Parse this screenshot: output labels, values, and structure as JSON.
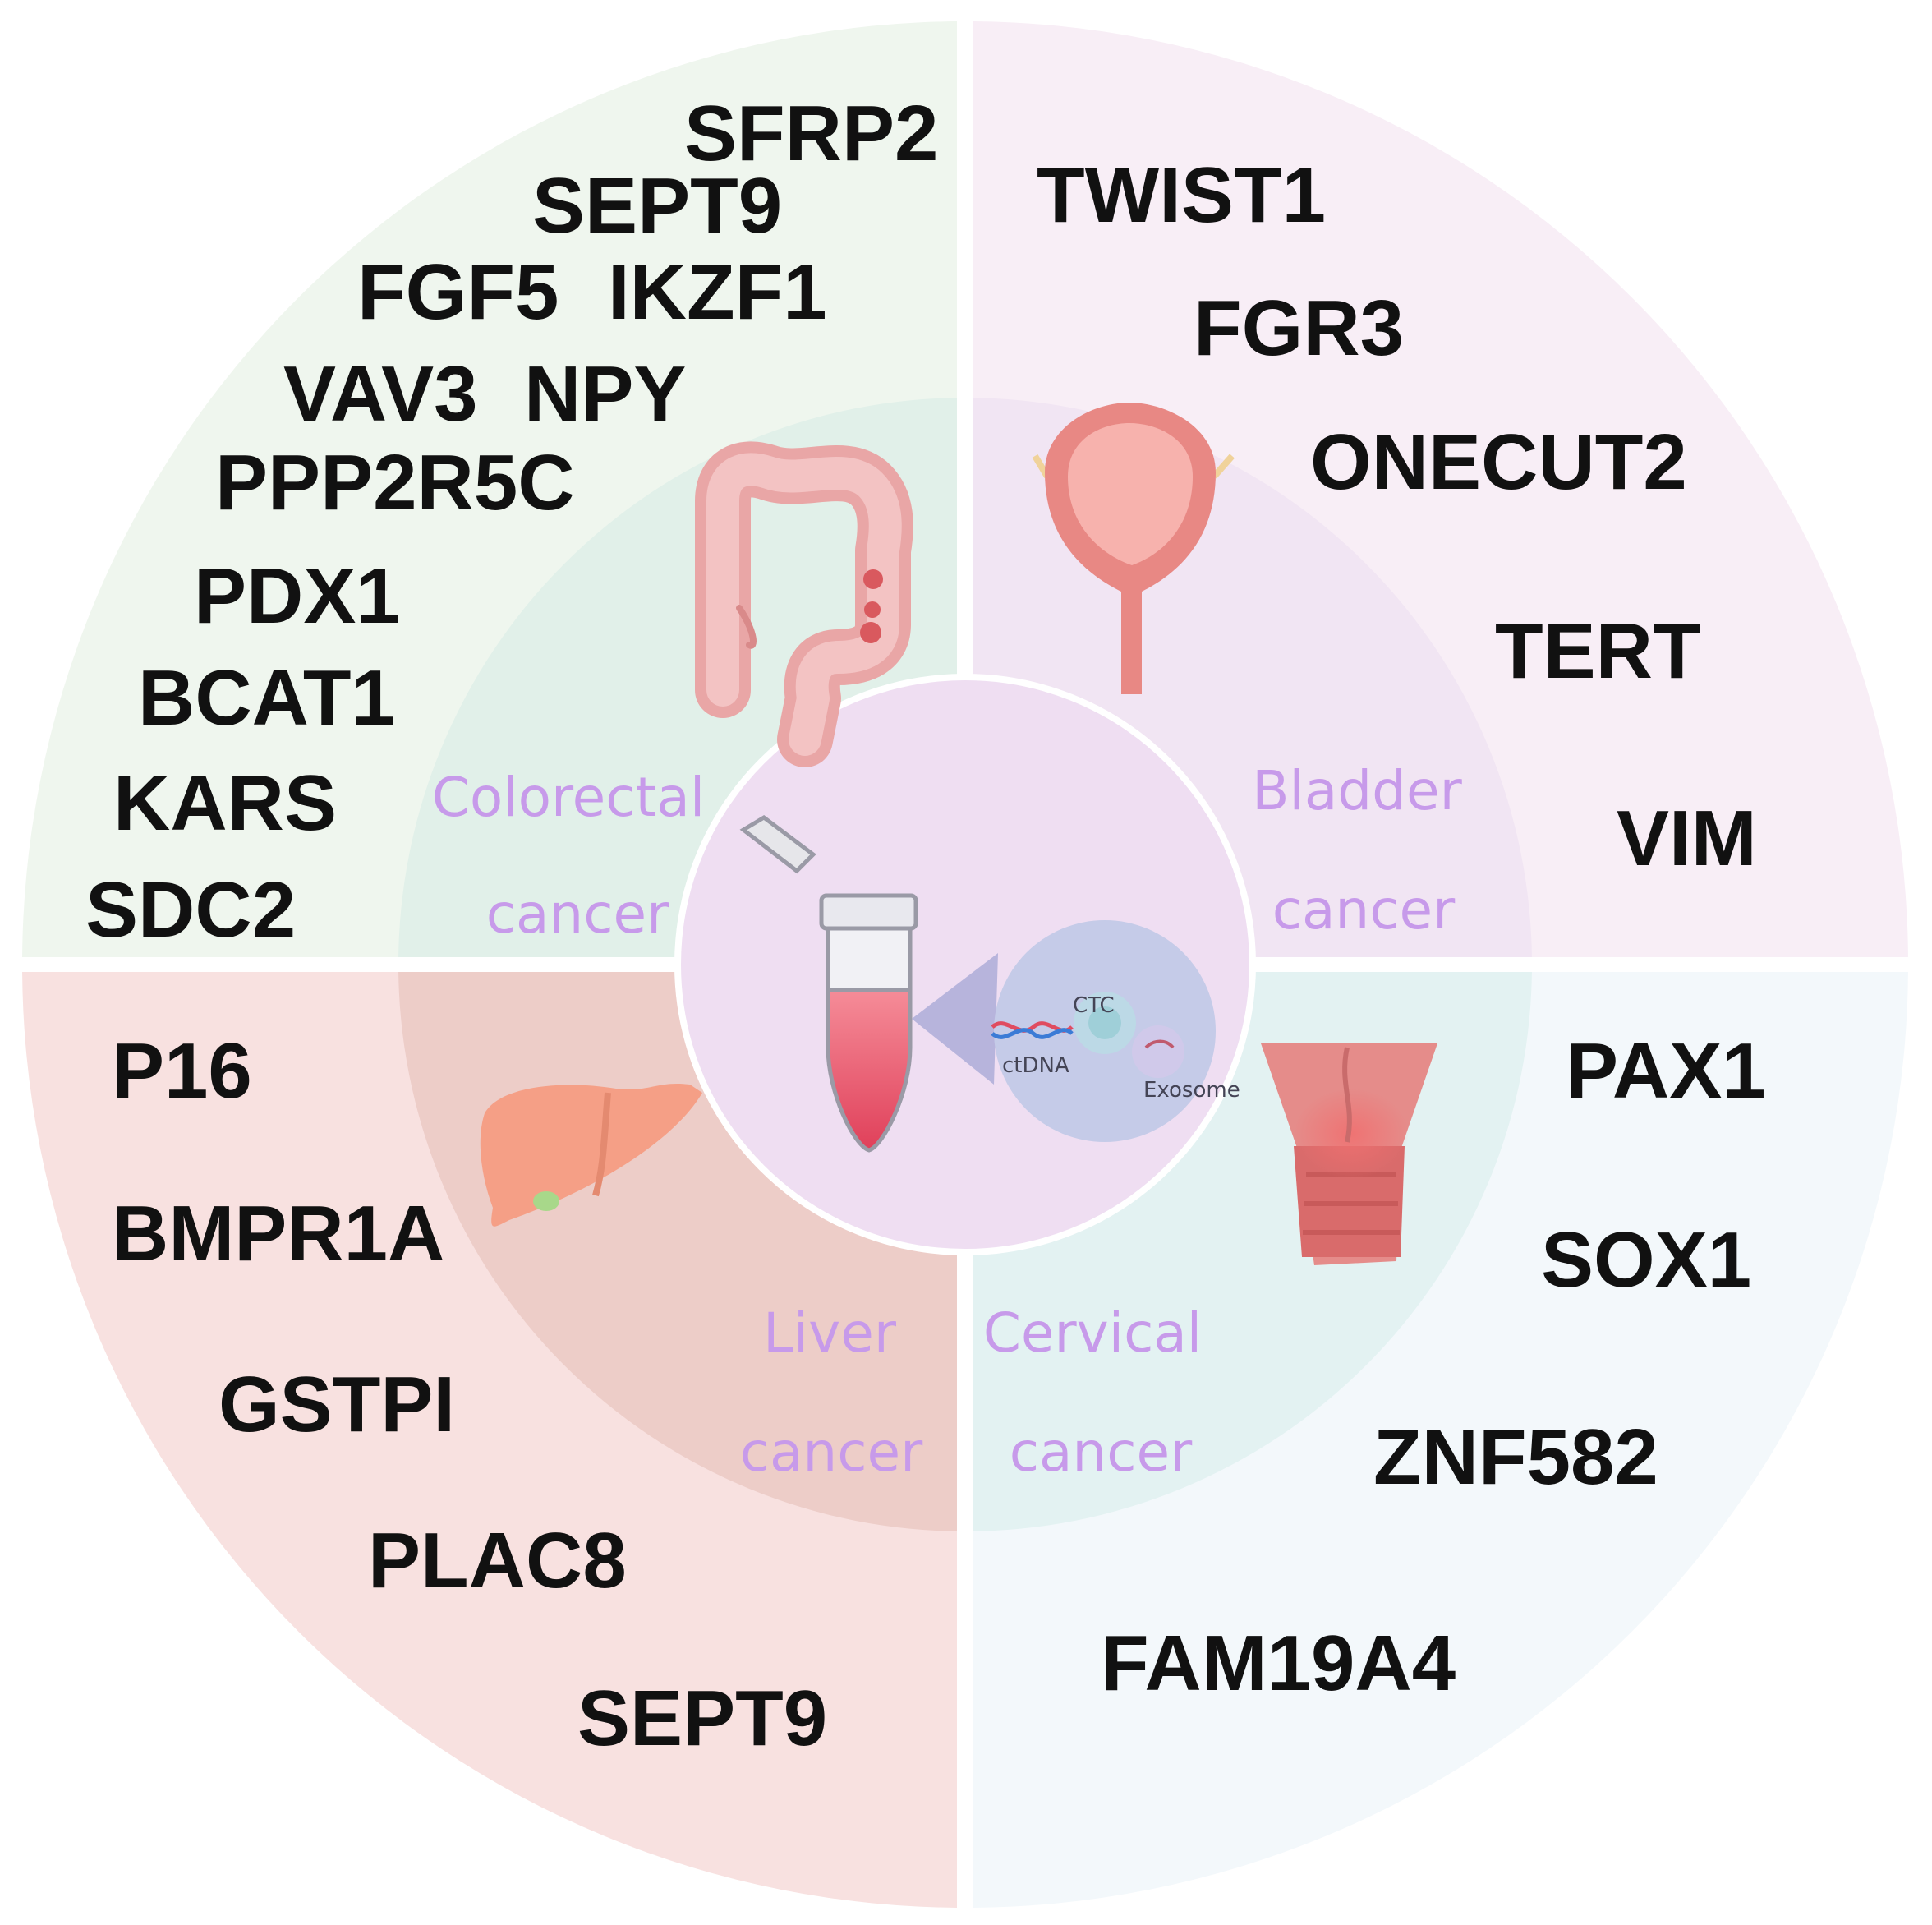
{
  "colors": {
    "colorectal_outer": "#eff6ee",
    "colorectal_inner": "#e1f0e9",
    "bladder_outer": "#f8eef6",
    "bladder_inner": "#f1e5f3",
    "liver_outer": "#f8e1e0",
    "liver_inner": "#edcdc8",
    "cervical_outer": "#f3f8fb",
    "cervical_inner": "#e3f2f2",
    "center": "#efdef2",
    "gene_text": "#111111",
    "cancer_text": "#c79aea"
  },
  "quadrants": {
    "colorectal": {
      "label_line1": "Colorectal",
      "label_line2": "cancer",
      "organ_icon": "colon-icon",
      "genes": [
        "SFRP2",
        "SEPT9",
        "FGF5",
        "IKZF1",
        "VAV3",
        "NPY",
        "PPP2R5C",
        "PDX1",
        "BCAT1",
        "KARS",
        "SDC2"
      ]
    },
    "bladder": {
      "label_line1": "Bladder",
      "label_line2": "cancer",
      "organ_icon": "bladder-icon",
      "genes": [
        "TWIST1",
        "FGR3",
        "ONECUT2",
        "TERT",
        "VIM"
      ]
    },
    "liver": {
      "label_line1": "Liver",
      "label_line2": "cancer",
      "organ_icon": "liver-icon",
      "genes": [
        "P16",
        "BMPR1A",
        "GSTPI",
        "PLAC8",
        "SEPT9"
      ]
    },
    "cervical": {
      "label_line1": "Cervical",
      "label_line2": "cancer",
      "organ_icon": "cervix-icon",
      "genes": [
        "PAX1",
        "SOX1",
        "ZNF582",
        "FAM19A4"
      ]
    }
  },
  "center": {
    "tube_icon": "blood-tube-icon",
    "labels": {
      "ctc": "CTC",
      "ctdna": "ctDNA",
      "exosome": "Exosome"
    }
  }
}
